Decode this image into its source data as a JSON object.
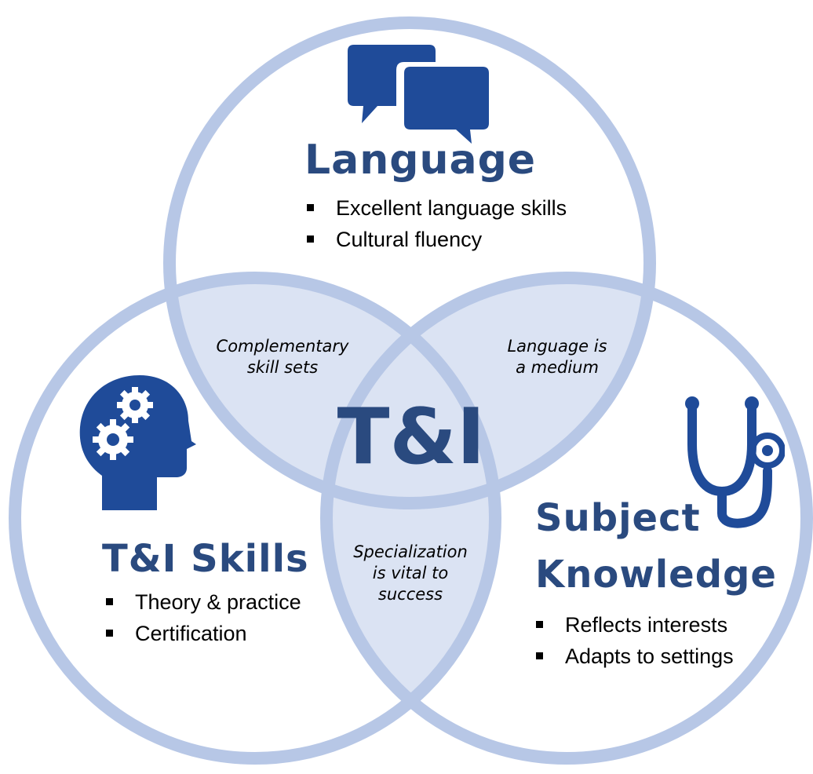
{
  "colors": {
    "ring": "#b7c7e6",
    "overlap": "#dbe3f3",
    "title": "#2a4a7f",
    "icon": "#1f4b99"
  },
  "circles": {
    "language": {
      "title": "Language",
      "icon": "speech-bubbles-icon",
      "bullets": [
        "Excellent language skills",
        "Cultural fluency"
      ]
    },
    "ti_skills": {
      "title": "T&I Skills",
      "icon": "head-gears-icon",
      "bullets": [
        "Theory & practice",
        "Certification"
      ]
    },
    "subject": {
      "title_line1": "Subject",
      "title_line2": "Knowledge",
      "icon": "stethoscope-icon",
      "bullets": [
        "Reflects interests",
        "Adapts to settings"
      ]
    }
  },
  "overlaps": {
    "language_ti": [
      "Complementary",
      "skill sets"
    ],
    "language_subject": [
      "Language is",
      "a medium"
    ],
    "ti_subject": [
      "Specialization",
      "is vital to",
      "success"
    ]
  },
  "center": "T&I"
}
